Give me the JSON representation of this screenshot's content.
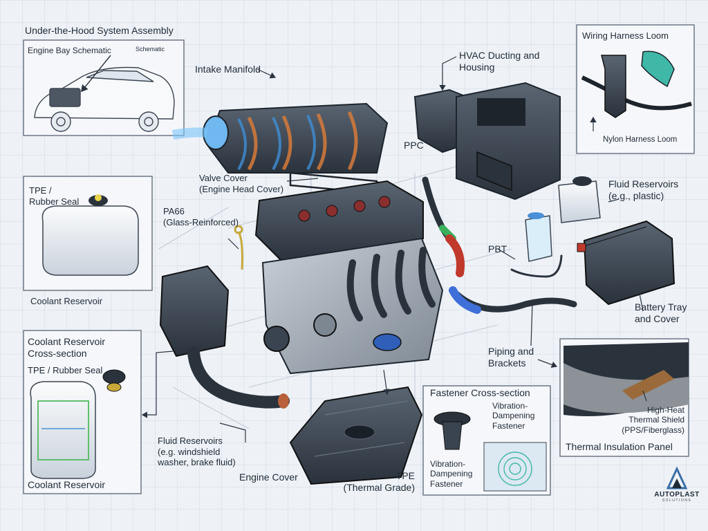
{
  "title": "Under-the-Hood System Assembly",
  "panels": {
    "engine_bay": {
      "title": "Engine Bay Schematic",
      "note": "Schematic"
    },
    "wiring": {
      "title": "Wiring Harness Loom",
      "caption": "Nylon Harness Loom"
    },
    "coolant_top": {
      "seal": "TPE /\nRubber Seal",
      "caption": "Coolant Reservoir"
    },
    "coolant_section": {
      "title": "Coolant Reservoir\nCross-section",
      "seal": "TPE / Rubber Seal",
      "caption": "Coolant Reservoir"
    },
    "fastener": {
      "title": "Fastener Cross-section",
      "label_top": "Vibration-\nDampening\nFastener",
      "label_bottom": "Vibration-\nDampening\nFastener"
    },
    "thermal": {
      "shield": "High-Heat\nThermal Shield\n(PPS/Fiberglass)",
      "caption": "Thermal Insulation Panel"
    }
  },
  "labels": {
    "intake_manifold": "Intake Manifold",
    "hvac": "HVAC Ducting and\nHousing",
    "ppc": "PPC",
    "valve_cover": "Valve Cover\n(Engine Head Cover)",
    "pa66": "PA66\n(Glass-Reinforced)",
    "fluid_res_right": "Fluid Reservoirs\n(e.g., plastic)",
    "pbt": "PBT",
    "battery": "Battery Tray\nand Cover",
    "piping": "Piping and\nBrackets",
    "fluid_res_bottom": "Fluid Reservoirs\n(e.g. windshield\nwasher, brake fluid)",
    "engine_cover": "Engine Cover",
    "tpe_thermal": "TPE\n(Thermal Grade)"
  },
  "logo": {
    "name": "AUTOPLAST",
    "sub": "SOLUTIONS"
  },
  "colors": {
    "line": "#2a3440",
    "accent_blue": "#3f8fd8",
    "accent_orange": "#d77a3a",
    "part_dark": "#3a4450"
  }
}
